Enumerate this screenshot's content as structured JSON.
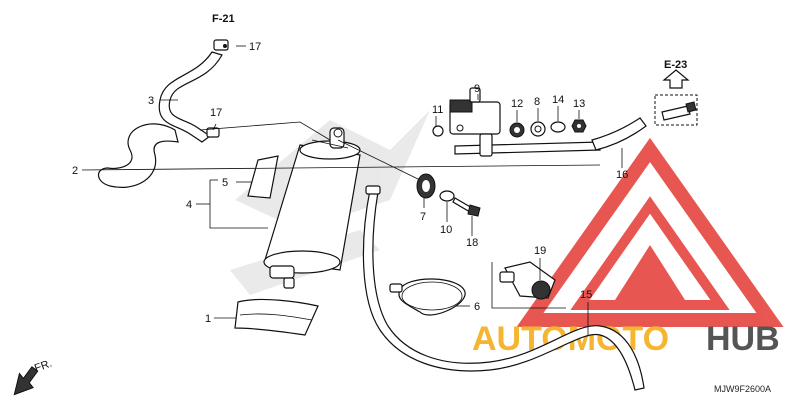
{
  "refs": {
    "f21": "F-21",
    "e23": "E-23"
  },
  "callouts": {
    "c1": "1",
    "c2": "2",
    "c3": "3",
    "c4": "4",
    "c5": "5",
    "c6": "6",
    "c7": "7",
    "c8": "8",
    "c9": "9",
    "c10": "10",
    "c11": "11",
    "c12": "12",
    "c13": "13",
    "c14": "14",
    "c15": "15",
    "c16": "16",
    "c17a": "17",
    "c17b": "17",
    "c18": "18",
    "c19": "19"
  },
  "direction_label": "FR.",
  "diagram_code": "MJW9F2600A",
  "watermark": {
    "left": "AUTOMOTO",
    "right": "HUB",
    "left_color": "#f5b531",
    "right_color": "#555555",
    "triangle_color": "#e53935"
  }
}
